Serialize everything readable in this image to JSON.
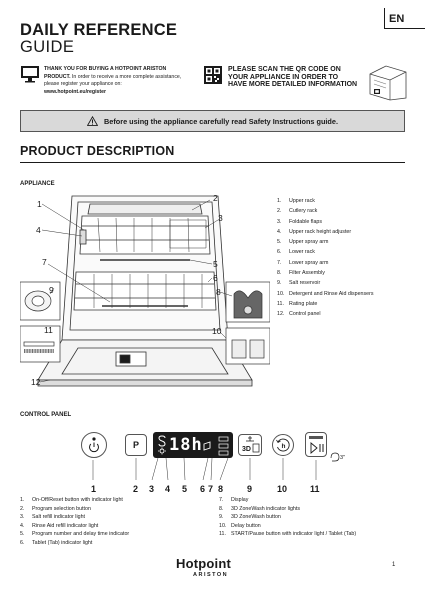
{
  "header": {
    "title_line1": "DAILY REFERENCE",
    "title_line2": "GUIDE",
    "language": "EN"
  },
  "intro": {
    "thanks_bold": "THANK YOU FOR BUYING A HOTPOINT ARISTON PRODUCT.",
    "thanks_text": " In order to receive a more complete assistance, please register your appliance on:",
    "url": "www.hotpoint.eu/register",
    "qr_text": "PLEASE SCAN THE QR CODE ON YOUR APPLIANCE IN ORDER TO HAVE MORE DETAILED INFORMATION"
  },
  "safety_banner": "Before using the appliance carefully read Safety Instructions guide.",
  "product_description": {
    "title": "PRODUCT DESCRIPTION",
    "appliance_label": "APPLIANCE",
    "parts": [
      {
        "num": "1.",
        "label": "Upper rack"
      },
      {
        "num": "2.",
        "label": "Cutlery rack"
      },
      {
        "num": "3.",
        "label": "Foldable flaps"
      },
      {
        "num": "4.",
        "label": "Upper rack height adjuster"
      },
      {
        "num": "5.",
        "label": "Upper spray arm"
      },
      {
        "num": "6.",
        "label": "Lower rack"
      },
      {
        "num": "7.",
        "label": "Lower spray arm"
      },
      {
        "num": "8.",
        "label": "Filter Assembly"
      },
      {
        "num": "9.",
        "label": "Salt reservoir"
      },
      {
        "num": "10.",
        "label": "Detergent and Rinse Aid dispensers"
      },
      {
        "num": "11.",
        "label": "Rating plate"
      },
      {
        "num": "12.",
        "label": "Control panel"
      }
    ],
    "callouts": [
      "1",
      "2",
      "3",
      "4",
      "5",
      "6",
      "7",
      "8",
      "9",
      "10",
      "11",
      "12"
    ]
  },
  "control_panel": {
    "label": "CONTROL PANEL",
    "display_text": "18h",
    "program_key": "P",
    "zone_label": "3D",
    "delay_label": "h",
    "time_label": "3\"",
    "numbers": [
      "1",
      "2",
      "3",
      "4",
      "5",
      "6",
      "7",
      "8",
      "9",
      "10",
      "11"
    ],
    "items_left": [
      {
        "num": "1.",
        "label": "On-Off/Reset button with indicator light"
      },
      {
        "num": "2.",
        "label": "Program selection button"
      },
      {
        "num": "3.",
        "label": "Salt refill indicator light"
      },
      {
        "num": "4.",
        "label": "Rinse Aid refill indicator light"
      },
      {
        "num": "5.",
        "label": "Program number and delay time indicator"
      },
      {
        "num": "6.",
        "label": "Tablet (Tab) indicator light"
      }
    ],
    "items_right": [
      {
        "num": "7.",
        "label": "Display"
      },
      {
        "num": "8.",
        "label": "3D ZoneWash indicator lights"
      },
      {
        "num": "9.",
        "label": "3D ZoneWash button"
      },
      {
        "num": "10.",
        "label": "Delay button"
      },
      {
        "num": "11.",
        "label": "START/Pause button with indicator light / Tablet (Tab)"
      }
    ]
  },
  "footer": {
    "brand": "Hotpoint",
    "sub_brand": "ARISTON",
    "page": "1"
  },
  "colors": {
    "banner_bg": "#d9d9d9",
    "text": "#1a1a1a",
    "display_bg": "#1a1a1a"
  }
}
